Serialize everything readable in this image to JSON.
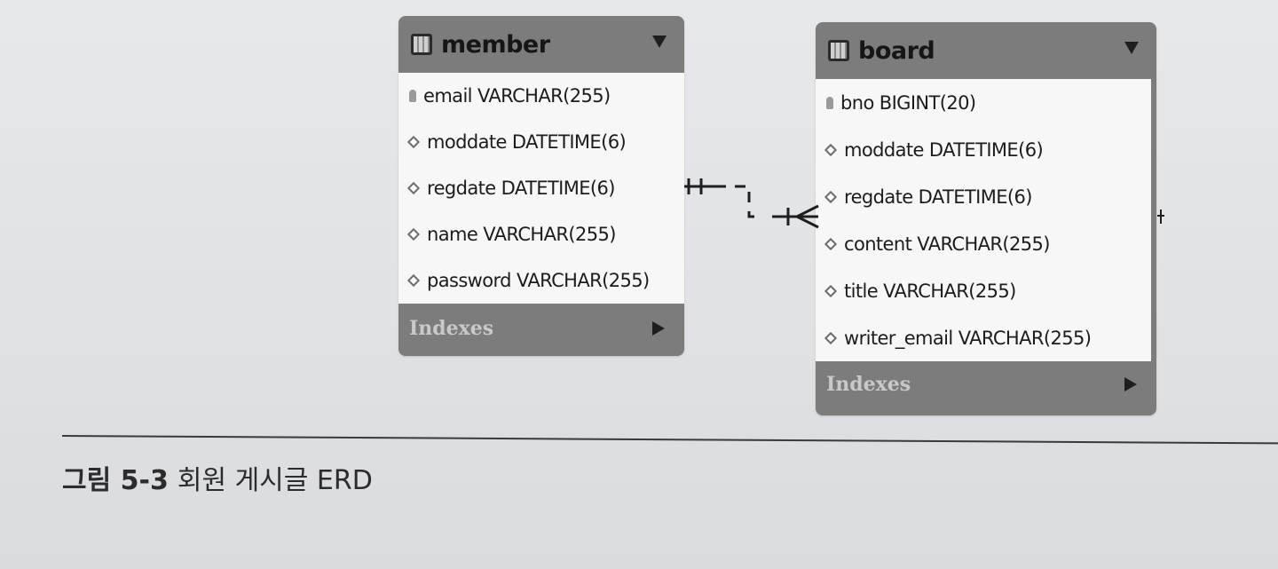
{
  "diagram": {
    "tables": [
      {
        "name": "member",
        "columns": [
          {
            "text": "email VARCHAR(255)",
            "key": "primary"
          },
          {
            "text": "moddate DATETIME(6)",
            "key": "none"
          },
          {
            "text": "regdate DATETIME(6)",
            "key": "none"
          },
          {
            "text": "name VARCHAR(255)",
            "key": "none"
          },
          {
            "text": "password VARCHAR(255)",
            "key": "none"
          }
        ],
        "indexes_label": "Indexes"
      },
      {
        "name": "board",
        "columns": [
          {
            "text": "bno BIGINT(20)",
            "key": "primary"
          },
          {
            "text": "moddate DATETIME(6)",
            "key": "none"
          },
          {
            "text": "regdate DATETIME(6)",
            "key": "none"
          },
          {
            "text": "content VARCHAR(255)",
            "key": "none"
          },
          {
            "text": "title VARCHAR(255)",
            "key": "none"
          },
          {
            "text": "writer_email VARCHAR(255)",
            "key": "none"
          }
        ],
        "indexes_label": "Indexes"
      }
    ],
    "relationship": {
      "from": "member",
      "to": "board",
      "from_cardinality": "one-and-only-one",
      "to_cardinality": "one-or-many",
      "line_style": "dashed"
    }
  },
  "caption": {
    "label": "그림 5-3",
    "text": "회원 게시글 ERD"
  }
}
